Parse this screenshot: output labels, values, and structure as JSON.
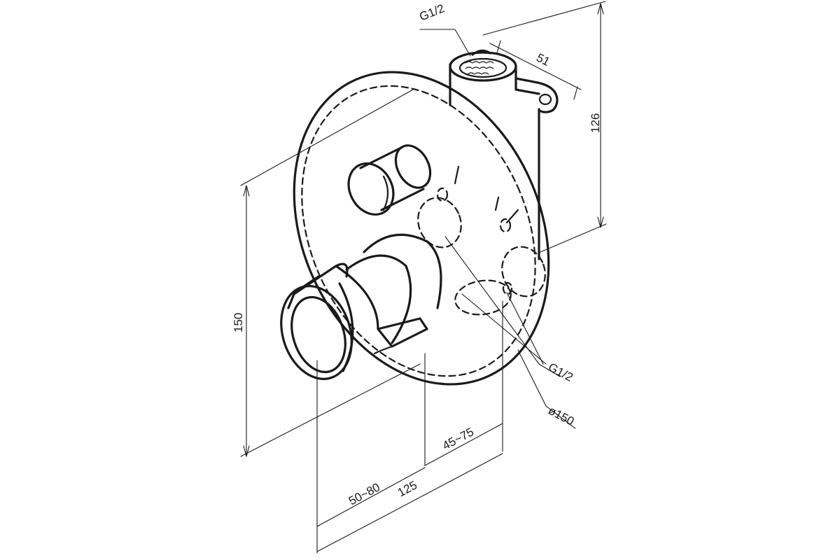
{
  "drawing": {
    "labels": {
      "g_top": "G1/2",
      "d51": "51",
      "d126": "126",
      "d150_height": "150",
      "g_side": "G1/2",
      "d150_diameter": "ø150",
      "d45_75": "45~75",
      "d50_80": "50~80",
      "d125": "125"
    },
    "colors": {
      "ink": "#1a1a1a",
      "paper": "#ffffff"
    }
  }
}
